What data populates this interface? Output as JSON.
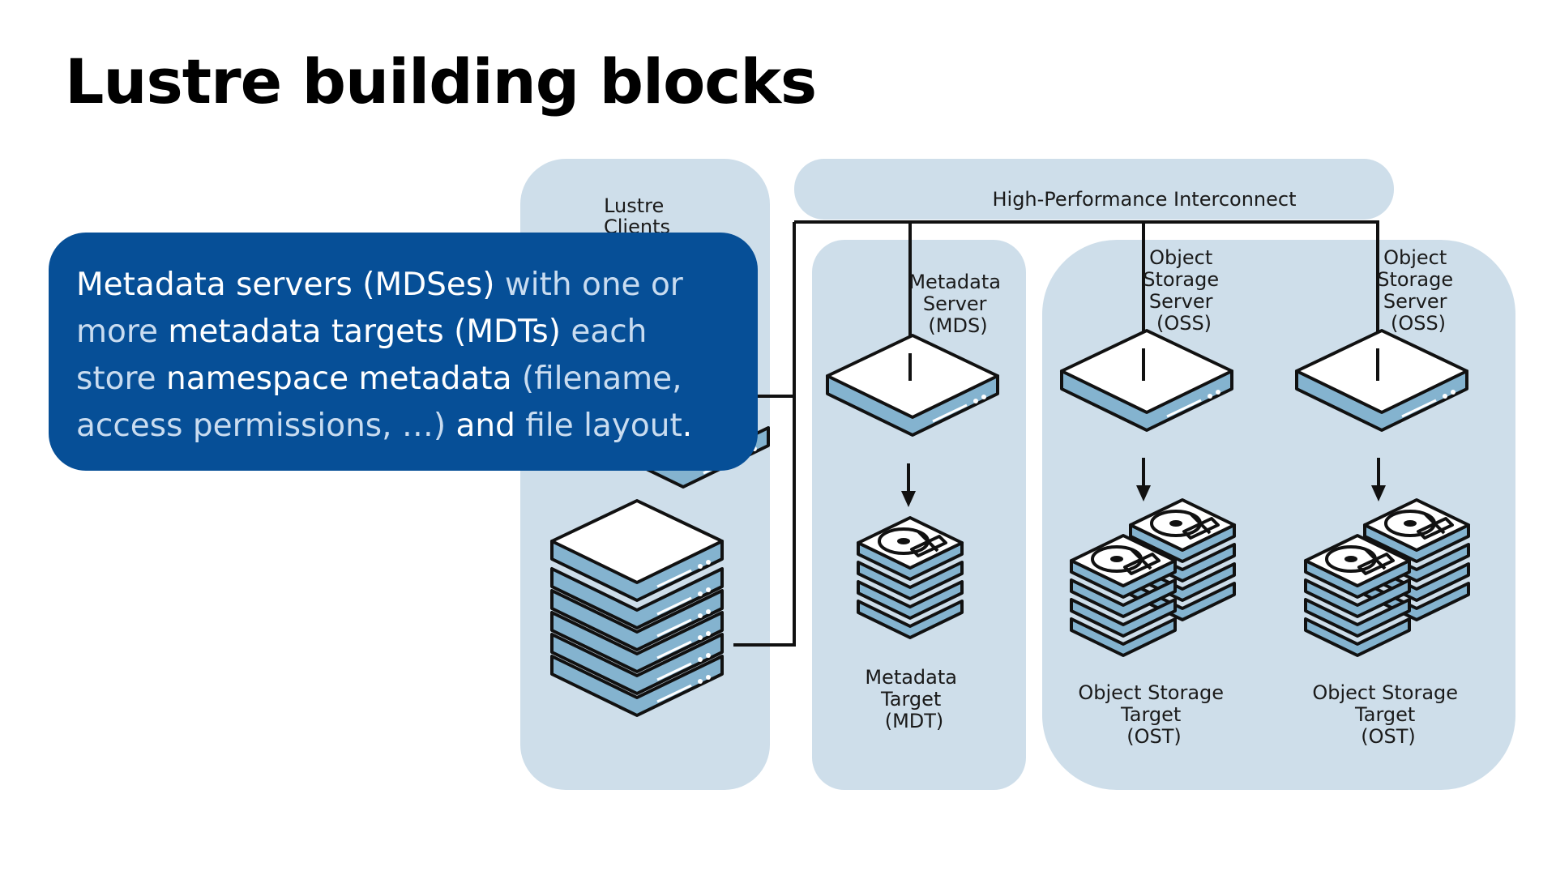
{
  "title": "Lustre building blocks",
  "colors": {
    "panel": "#cedeea",
    "device_blue": "#84b3cf",
    "outline": "#111111",
    "callout_bg": "#064f97",
    "callout_dim_text": "#c9dcf0"
  },
  "diagram": {
    "interconnect_label": "High-Performance Interconnect",
    "clients_label": [
      "Lustre",
      "Clients"
    ],
    "mds_label": [
      "Metadata",
      "Server",
      "(MDS)"
    ],
    "mdt_label": [
      "Metadata",
      "Target",
      "(MDT)"
    ],
    "oss1_label": [
      "Object",
      "Storage",
      "Server",
      "(OSS)"
    ],
    "oss2_label": [
      "Object",
      "Storage",
      "Server",
      "(OSS)"
    ],
    "ost1_label": [
      "Object Storage",
      "Target",
      "(OST)"
    ],
    "ost2_label": [
      "Object Storage",
      "Target",
      "(OST)"
    ]
  },
  "callout": {
    "parts": [
      "Metadata servers (MDSes)",
      " with one or more ",
      "metadata targets (MDTs)",
      " each store ",
      "namespace metadata",
      " (filename, access permissions, …) ",
      "and",
      " ",
      "file layout",
      "."
    ]
  },
  "icons": [
    "server-icon",
    "server-rack-icon",
    "disk-stack-icon"
  ]
}
